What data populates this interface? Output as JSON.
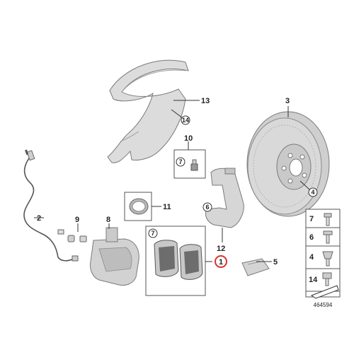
{
  "callouts": [
    {
      "id": "c1",
      "text": "1"
    },
    {
      "id": "c2",
      "text": "2"
    },
    {
      "id": "c3",
      "text": "3"
    },
    {
      "id": "c4",
      "text": "4"
    },
    {
      "id": "c5",
      "text": "5"
    },
    {
      "id": "c6",
      "text": "6"
    },
    {
      "id": "c7",
      "text": "7"
    },
    {
      "id": "c8",
      "text": "8"
    },
    {
      "id": "c9",
      "text": "9"
    },
    {
      "id": "c10",
      "text": "10"
    },
    {
      "id": "c11",
      "text": "11"
    },
    {
      "id": "c12",
      "text": "12"
    },
    {
      "id": "c13",
      "text": "13"
    },
    {
      "id": "c14",
      "text": "14"
    }
  ],
  "legend": {
    "items": [
      {
        "text": "7"
      },
      {
        "text": "6"
      },
      {
        "text": "4"
      },
      {
        "text": "14"
      }
    ]
  },
  "diagram_number": "464594",
  "colors": {
    "part_fill": "#d8d8d8",
    "part_stroke": "#7a7a7a",
    "line": "#333333",
    "highlight_circle": "#d9302c"
  }
}
